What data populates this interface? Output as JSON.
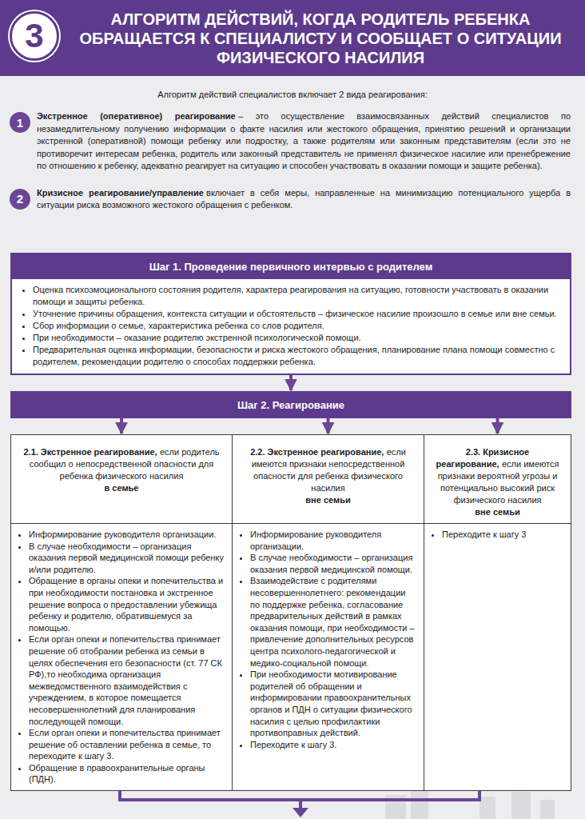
{
  "diagram": {
    "title": "АЛГОРИТМ ДЕЙСТВИЙ, КОГДА РОДИТЕЛЬ РЕБЕНКА ОБРАЩАЕТСЯ К СПЕЦИАЛИСТУ И СООБЩАЕТ О СИТУАЦИИ ФИЗИЧЕСКОГО НАСИЛИЯ",
    "nodes": [
      {
        "text": [
          "3"
        ]
      },
      {
        "text": [
          "1"
        ]
      },
      {
        "text": [
          "2"
        ]
      },
      {
        "text": [
          "Шаг 1. Проведение первичного интервью с родителем",
          "Оценка психоэмоционального состояния родителя, характера реагирования на ситуацию, готовности участвовать в оказании помощи и защиты ребенка.",
          "Уточнение причины обращения, контекста ситуации и обстоятельств – физическое насилие произошло в семье или вне семьи.",
          "Сбор информации о семье, характеристика ребенка со слов родителя.",
          "При необходимости – оказание родителю экстренной психологической помощи.",
          "Предварительная оценка информации, безопасности и риска жестокого обращения, планирование плана помощи совместно с родителем, рекомендации родителю о способах поддержки ребенка."
        ]
      },
      {
        "text": [
          "Шаг 2. Реагирование"
        ]
      },
      {
        "text": [
          "2.1. Экстренное реагирование,",
          "если родитель сообщил о непосредственной опасности для ребенка физического насилия",
          "в семье",
          "Информирование руководителя организации.",
          "В случае необходимости – организация оказания первой медицинской помощи ребенку и/или родителю.",
          "Обращение в органы опеки и попечительства и при необходимости постановка и экстренное решение вопроса о предоставлении убежища ребенку и родителю, обратившемуся за помощью.",
          "Если орган опеки и попечительства принимает решение об отобрании ребенка из семьи в целях обеспечения его безопасности (ст. 77 СК РФ),то необходима организация межведомственного взаимодействия с учреждением, в которое помещается несовершеннолетний для планирования последующей помощи.",
          "Если орган опеки и попечительства принимает решение об оставлении ребенка в семье, то переходите к шагу 3.",
          "Обращение в правоохранительные органы (ПДН)."
        ]
      },
      {
        "text": [
          "2.2. Экстренное реагирование,",
          "если имеются признаки непосредственной опасности для ребенка физического насилия",
          "вне семьи",
          "Информирование руководителя организации.",
          "В случае необходимости – организация оказания первой медицинской помощи.",
          "Взаимодействие с родителями несовершеннолетнего: рекомендации по поддержке ребенка, согласование предварительных действий в рамках оказания помощи, при необходимости – привлечение дополнительных ресурсов центра психолого-педагогической и медико-социальной помощи.",
          "При необходимости мотивирование родителей об обращении и информировании правоохранительных органов и ПДН о ситуации физического насилия с целью профилактики противоправных действий.",
          "Переходите к шагу 3."
        ]
      },
      {
        "text": [
          "2.3. Кризисное реагирование,",
          "если имеются признаки вероятной угрозы и потенциально высокий риск физического насилия",
          "вне семьи",
          "Переходите к шагу 3"
        ]
      }
    ],
    "edges": [
      {
        "from": 3,
        "to": 4,
        "arrow": "to"
      },
      {
        "from": 4,
        "to": 5,
        "arrow": "to"
      },
      {
        "from": 4,
        "to": 6,
        "arrow": "to"
      },
      {
        "from": 4,
        "to": 7,
        "arrow": "to"
      }
    ],
    "labels": [
      "Алгоритм действий специалистов включает 2 вида реагирования:",
      "Экстренное (оперативное) реагирование",
      "– это осуществление взаимосвязанных действий специалистов по незамедлительному получению информации о факте насилия или жестокого обращения, принятию решений и организации экстренной (оперативной) помощи ребенку или подростку, а также родителям или законным представителям (если это не противоречит интересам ребенка, родитель или законный представитель не применял физическое насилие или пренебрежение по отношению к ребенку, адекватно реагирует на ситуацию и способен участвовать в оказании помощи и защите ребенка).",
      "Кризисное реагирование/управление",
      "включает в себя меры, направленные на минимизацию потенциального ущерба в ситуации риска возможного жестокого обращения с ребенком."
    ]
  }
}
